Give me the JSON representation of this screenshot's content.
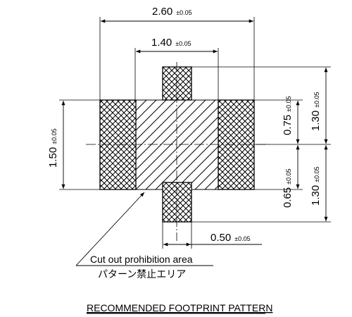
{
  "diagram": {
    "title": "RECOMMENDED FOOTPRINT PATTERN",
    "note": {
      "line1": "Cut out prohibition area",
      "line2": "パターン禁止エリア"
    },
    "dimensions": {
      "overall_width": {
        "value": "2.60",
        "tol": "±0.05"
      },
      "inner_width": {
        "value": "1.40",
        "tol": "±0.05"
      },
      "left_height": {
        "value": "1.50",
        "tol": "±0.05"
      },
      "upper_inner": {
        "value": "0.75",
        "tol": "±0.05"
      },
      "lower_inner": {
        "value": "0.65",
        "tol": "±0.05"
      },
      "upper_outer": {
        "value": "1.30",
        "tol": "±0.05"
      },
      "lower_outer": {
        "value": "1.30",
        "tol": "±0.05"
      },
      "pad_width": {
        "value": "0.50",
        "tol": "±0.05"
      }
    }
  }
}
